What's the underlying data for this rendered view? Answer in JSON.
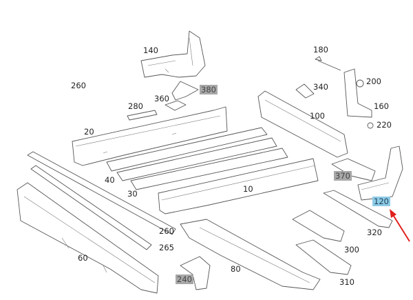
{
  "labels": [
    {
      "id": "140",
      "text": "140",
      "highlight": "none"
    },
    {
      "id": "260a",
      "text": "260",
      "highlight": "none"
    },
    {
      "id": "380",
      "text": "380",
      "highlight": "gray"
    },
    {
      "id": "360",
      "text": "360",
      "highlight": "none"
    },
    {
      "id": "280",
      "text": "280",
      "highlight": "none"
    },
    {
      "id": "20",
      "text": "20",
      "highlight": "none"
    },
    {
      "id": "180",
      "text": "180",
      "highlight": "none"
    },
    {
      "id": "340",
      "text": "340",
      "highlight": "none"
    },
    {
      "id": "200",
      "text": "200",
      "highlight": "none"
    },
    {
      "id": "160",
      "text": "160",
      "highlight": "none"
    },
    {
      "id": "100",
      "text": "100",
      "highlight": "none"
    },
    {
      "id": "220",
      "text": "220",
      "highlight": "none"
    },
    {
      "id": "40",
      "text": "40",
      "highlight": "none"
    },
    {
      "id": "30",
      "text": "30",
      "highlight": "none"
    },
    {
      "id": "10",
      "text": "10",
      "highlight": "none"
    },
    {
      "id": "370",
      "text": "370",
      "highlight": "gray"
    },
    {
      "id": "120",
      "text": "120",
      "highlight": "blue"
    },
    {
      "id": "320",
      "text": "320",
      "highlight": "none"
    },
    {
      "id": "260b",
      "text": "260",
      "highlight": "none"
    },
    {
      "id": "265",
      "text": "265",
      "highlight": "none"
    },
    {
      "id": "60",
      "text": "60",
      "highlight": "none"
    },
    {
      "id": "300",
      "text": "300",
      "highlight": "none"
    },
    {
      "id": "80",
      "text": "80",
      "highlight": "none"
    },
    {
      "id": "240",
      "text": "240",
      "highlight": "gray"
    },
    {
      "id": "310",
      "text": "310",
      "highlight": "none"
    }
  ],
  "colors": {
    "highlight_gray": "#a8a8a8",
    "highlight_blue": "#8ecbe6",
    "arrow": "#e0201c"
  },
  "pointer": {
    "icon": "red-arrow-icon",
    "target": "120"
  }
}
